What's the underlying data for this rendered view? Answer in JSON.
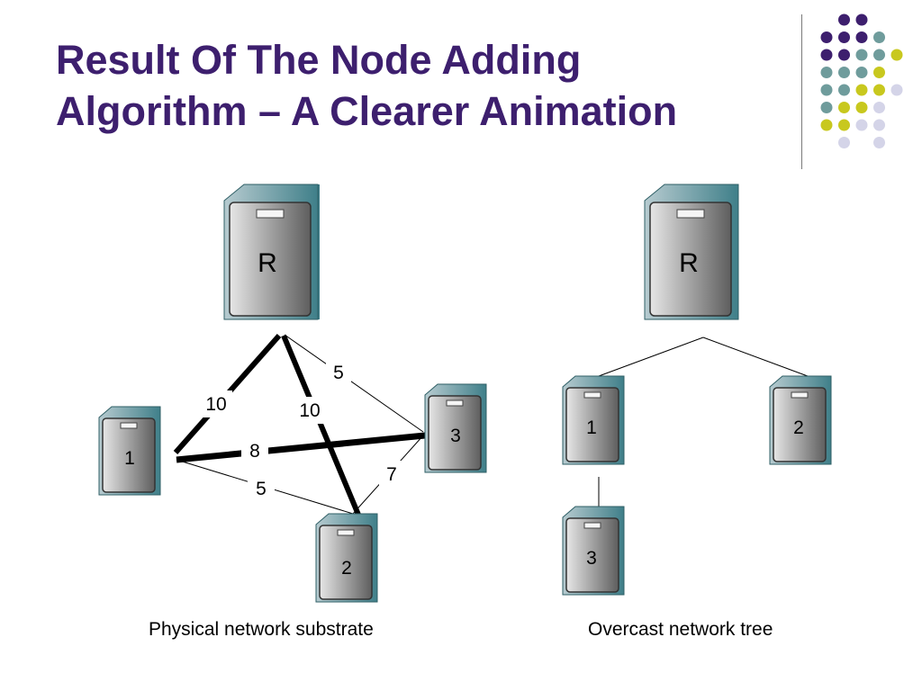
{
  "slide": {
    "title_line1": "Result Of The Node Adding",
    "title_line2": "Algorithm – A Clearer Animation"
  },
  "colors": {
    "title": "#3d1f6e",
    "dot_purple": "#3d1f6e",
    "dot_teal": "#6f9c9c",
    "dot_yellow": "#c8c81e",
    "dot_lavender": "#d4d4e8",
    "server_body": "#8c8c8c",
    "server_case": "#3f7f89"
  },
  "physical_network": {
    "caption": "Physical network substrate",
    "nodes": {
      "root": "R",
      "n1": "1",
      "n2": "2",
      "n3": "3"
    },
    "edges": [
      {
        "from": "R",
        "to": "1",
        "weight": "10",
        "in_tree": true
      },
      {
        "from": "R",
        "to": "2",
        "weight": "10",
        "in_tree": true
      },
      {
        "from": "R",
        "to": "3",
        "weight": "5",
        "in_tree": false
      },
      {
        "from": "1",
        "to": "3",
        "weight": "8",
        "in_tree": true
      },
      {
        "from": "1",
        "to": "2",
        "weight": "5",
        "in_tree": false
      },
      {
        "from": "2",
        "to": "3",
        "weight": "7",
        "in_tree": false
      }
    ]
  },
  "overcast_tree": {
    "caption": "Overcast network tree",
    "nodes": {
      "root": "R",
      "n1": "1",
      "n2": "2",
      "n3": "3"
    },
    "edges": [
      {
        "from": "R",
        "to": "1"
      },
      {
        "from": "R",
        "to": "2"
      },
      {
        "from": "1",
        "to": "3"
      }
    ]
  }
}
